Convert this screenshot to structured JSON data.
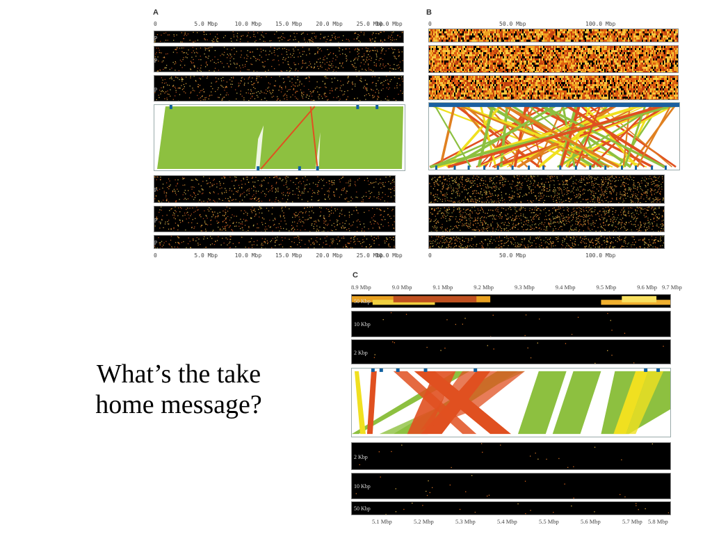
{
  "slide": {
    "text": "What’s the take home message?"
  },
  "panel_a": {
    "label": "A",
    "ticks": [
      "0",
      "5.0 Mbp",
      "10.0 Mbp",
      "15.0 Mbp",
      "20.0 Mbp",
      "25.0 Mbp",
      "30.0 Mbp"
    ],
    "track_label": "bp",
    "colors": {
      "dots": [
        "#e0782a",
        "#f0b040",
        "#c85020",
        "#e8d060"
      ],
      "synteny": "#8dc040",
      "inversion": "#e05020"
    }
  },
  "panel_b": {
    "label": "B",
    "ticks": [
      "0",
      "50.0 Mbp",
      "100.0 Mbp"
    ],
    "colors": {
      "heat": [
        "#f0a020",
        "#e06010",
        "#f8c840",
        "#c04010"
      ],
      "synteny": "#8dc040",
      "inversion": "#e05020",
      "yellow": "#f0e020"
    }
  },
  "panel_c": {
    "label": "C",
    "top_ticks": [
      "8.9 Mbp",
      "9.0 Mbp",
      "9.1 Mbp",
      "9.2 Mbp",
      "9.3 Mbp",
      "9.4 Mbp",
      "9.5 Mbp",
      "9.6 Mbp",
      "9.7 Mbp"
    ],
    "bottom_ticks": [
      "5.1 Mbp",
      "5.2 Mbp",
      "5.3 Mbp",
      "5.4 Mbp",
      "5.5 Mbp",
      "5.6 Mbp",
      "5.7 Mbp",
      "5.8 Mbp"
    ],
    "track_labels_top": [
      "50 Kbp",
      "10 Kbp",
      "2 Kbp"
    ],
    "track_labels_bottom": [
      "2 Kbp",
      "10 Kbp",
      "50 Kbp"
    ],
    "colors": {
      "synteny": "#8dc040",
      "inversion": "#e05020",
      "yellow": "#f0e020"
    }
  }
}
